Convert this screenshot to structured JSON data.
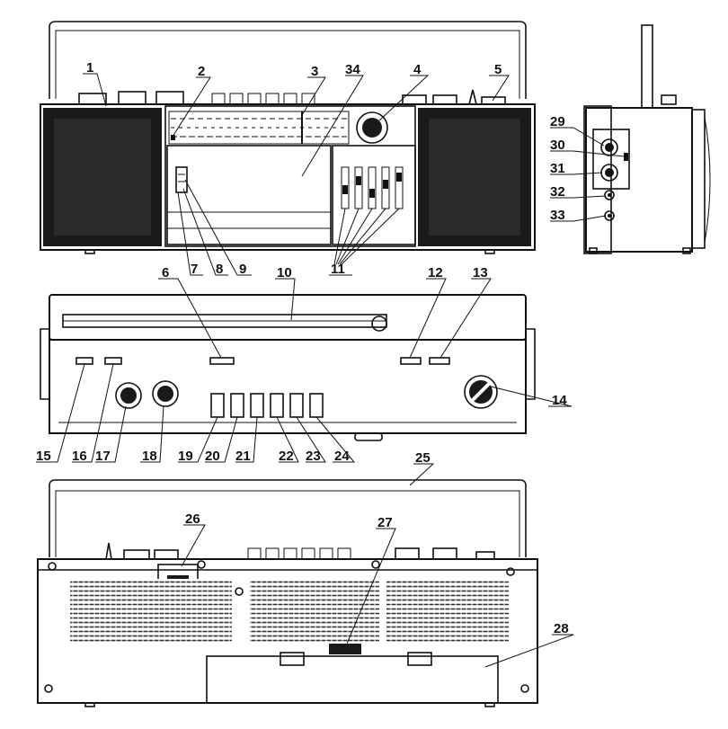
{
  "callouts": [
    {
      "id": "c1",
      "text": "1"
    },
    {
      "id": "c2",
      "text": "2"
    },
    {
      "id": "c3",
      "text": "3"
    },
    {
      "id": "c34",
      "text": "34"
    },
    {
      "id": "c4",
      "text": "4"
    },
    {
      "id": "c5",
      "text": "5"
    },
    {
      "id": "c29",
      "text": "29"
    },
    {
      "id": "c30",
      "text": "30"
    },
    {
      "id": "c31",
      "text": "31"
    },
    {
      "id": "c32",
      "text": "32"
    },
    {
      "id": "c33",
      "text": "33"
    },
    {
      "id": "c7",
      "text": "7"
    },
    {
      "id": "c8",
      "text": "8"
    },
    {
      "id": "c9",
      "text": "9"
    },
    {
      "id": "c11",
      "text": "11"
    },
    {
      "id": "c6",
      "text": "6"
    },
    {
      "id": "c10",
      "text": "10"
    },
    {
      "id": "c12",
      "text": "12"
    },
    {
      "id": "c13",
      "text": "13"
    },
    {
      "id": "c14",
      "text": "14"
    },
    {
      "id": "c15",
      "text": "15"
    },
    {
      "id": "c16",
      "text": "16"
    },
    {
      "id": "c17",
      "text": "17"
    },
    {
      "id": "c18",
      "text": "18"
    },
    {
      "id": "c19",
      "text": "19"
    },
    {
      "id": "c20",
      "text": "20"
    },
    {
      "id": "c21",
      "text": "21"
    },
    {
      "id": "c22",
      "text": "22"
    },
    {
      "id": "c23",
      "text": "23"
    },
    {
      "id": "c24",
      "text": "24"
    },
    {
      "id": "c25",
      "text": "25"
    },
    {
      "id": "c26",
      "text": "26"
    },
    {
      "id": "c27",
      "text": "27"
    },
    {
      "id": "c28",
      "text": "28"
    }
  ]
}
